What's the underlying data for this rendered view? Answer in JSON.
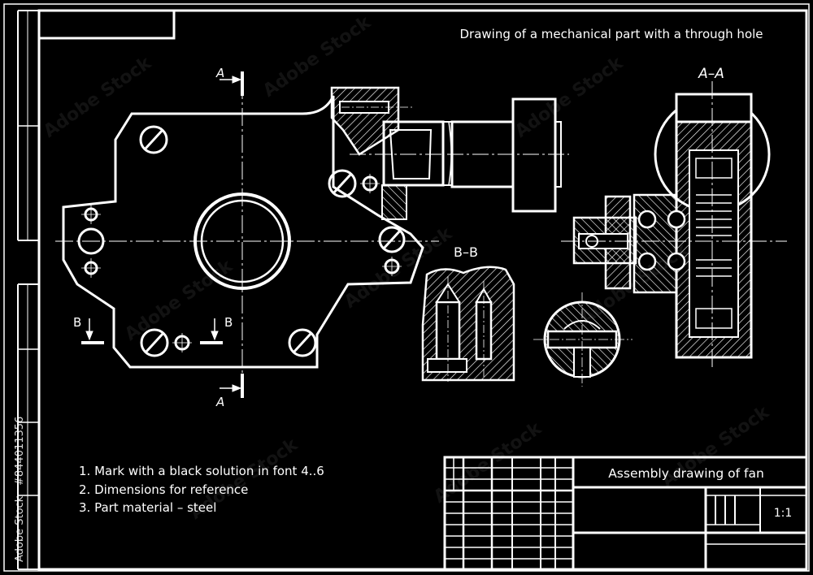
{
  "title": "Drawing of a mechanical part with a through hole",
  "sections": {
    "aa_top": "A",
    "aa_bottom": "A",
    "b_left": "B",
    "b_right": "B",
    "section_aa": "A–A",
    "section_bb": "B–B"
  },
  "notes": [
    "1. Mark with a black solution in font 4..6",
    "2. Dimensions for reference",
    "3. Part material – steel"
  ],
  "title_block": {
    "drawing_name": "Assembly drawing of fan",
    "scale": "1:1"
  },
  "watermark": {
    "text": "Adobe Stock",
    "side_id": "#844011356"
  },
  "colors": {
    "background": "#000000",
    "lines": "#ffffff"
  }
}
